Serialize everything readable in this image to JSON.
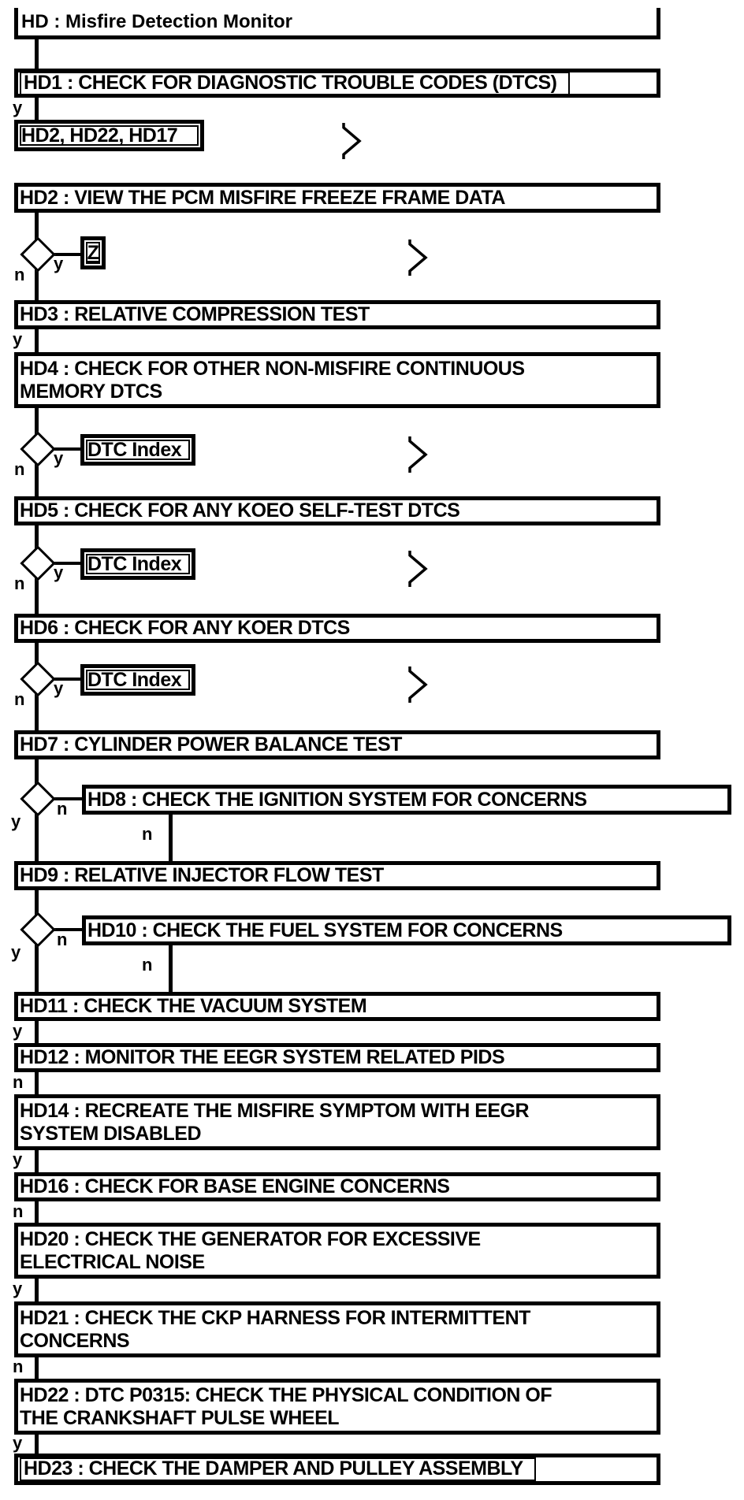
{
  "title": "HD : Misfire Detection Monitor",
  "branch_labels": {
    "yes": "y",
    "no": "n"
  },
  "links": {
    "hd1_result": "HD2, HD22, HD17",
    "dtc_index": "DTC Index",
    "z": "Z"
  },
  "icons": {
    "continue": "right-chevron"
  },
  "colors": {
    "line": "#000000",
    "background": "#ffffff"
  },
  "steps": [
    {
      "id": "HD1",
      "label": "HD1 : CHECK FOR DIAGNOSTIC TROUBLE CODES (DTCS)"
    },
    {
      "id": "HD2",
      "label": "HD2 : VIEW THE PCM MISFIRE FREEZE FRAME DATA"
    },
    {
      "id": "HD3",
      "label": "HD3 : RELATIVE COMPRESSION TEST"
    },
    {
      "id": "HD4",
      "lines": [
        "HD4 : CHECK FOR OTHER NON-MISFIRE CONTINUOUS",
        "MEMORY DTCS"
      ]
    },
    {
      "id": "HD5",
      "label": "HD5 : CHECK FOR ANY KOEO SELF-TEST DTCS"
    },
    {
      "id": "HD6",
      "label": "HD6 : CHECK FOR ANY KOER DTCS"
    },
    {
      "id": "HD7",
      "label": "HD7 : CYLINDER POWER BALANCE TEST"
    },
    {
      "id": "HD8",
      "label": "HD8 : CHECK THE IGNITION SYSTEM FOR CONCERNS"
    },
    {
      "id": "HD9",
      "label": "HD9 : RELATIVE INJECTOR FLOW TEST"
    },
    {
      "id": "HD10",
      "label": "HD10 : CHECK THE FUEL SYSTEM FOR CONCERNS"
    },
    {
      "id": "HD11",
      "label": "HD11 : CHECK THE VACUUM SYSTEM"
    },
    {
      "id": "HD12",
      "label": "HD12 : MONITOR THE EEGR SYSTEM RELATED PIDS"
    },
    {
      "id": "HD14",
      "lines": [
        "HD14 : RECREATE THE MISFIRE SYMPTOM WITH EEGR",
        "SYSTEM DISABLED"
      ]
    },
    {
      "id": "HD16",
      "label": "HD16 : CHECK FOR BASE ENGINE CONCERNS"
    },
    {
      "id": "HD20",
      "lines": [
        "HD20 : CHECK THE GENERATOR FOR EXCESSIVE",
        "ELECTRICAL NOISE"
      ]
    },
    {
      "id": "HD21",
      "lines": [
        "HD21 : CHECK THE CKP HARNESS FOR INTERMITTENT",
        "CONCERNS"
      ]
    },
    {
      "id": "HD22",
      "lines": [
        "HD22 : DTC P0315: CHECK THE PHYSICAL CONDITION OF",
        "THE CRANKSHAFT PULSE WHEEL"
      ]
    },
    {
      "id": "HD23",
      "label": "HD23 : CHECK THE DAMPER AND PULLEY ASSEMBLY"
    }
  ]
}
